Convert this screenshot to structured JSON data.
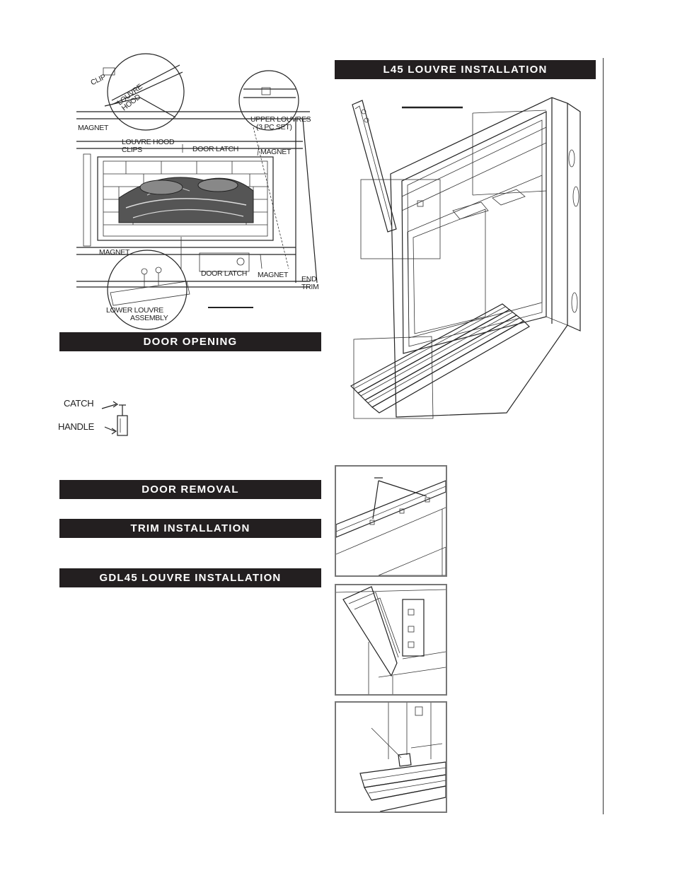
{
  "sections": {
    "l45_louvre_installation": "L45 LOUVRE INSTALLATION",
    "door_opening": "DOOR OPENING",
    "door_removal": "DOOR REMOVAL",
    "trim_installation": "TRIM INSTALLATION",
    "gdl45_louvre_installation": "GDL45 LOUVRE INSTALLATION"
  },
  "figure_labels": {
    "clip": "CLIP",
    "louvre_hood": [
      "LOUVRE",
      "HOOD"
    ],
    "upper_louvres": [
      "UPPER LOUVRES",
      "(3 PC SET)"
    ],
    "magnet_top_left": "MAGNET",
    "louvre_hood_clips": [
      "LOUVRE HOOD",
      "CLIPS"
    ],
    "door_latch_top": "DOOR LATCH",
    "magnet_top_right": "MAGNET",
    "magnet_bottom_left": "MAGNET",
    "door_latch_bottom": "DOOR LATCH",
    "magnet_bottom_right": "MAGNET",
    "end_trim": [
      "END",
      "TRIM"
    ],
    "lower_louvre_assembly": [
      "LOWER LOUVRE",
      "ASSEMBLY"
    ],
    "catch": "CATCH",
    "handle": "HANDLE"
  }
}
